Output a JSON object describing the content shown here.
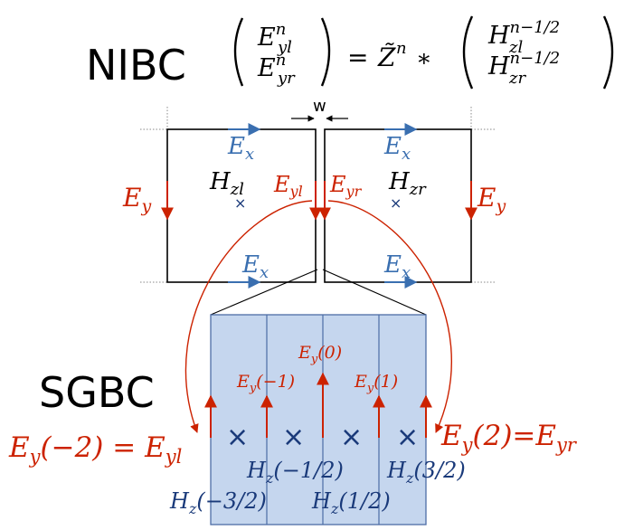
{
  "colors": {
    "red": "#cc2200",
    "blue": "#3a6fb0",
    "navy": "#1a3a7a",
    "panel_fill": "#c5d6ee",
    "panel_stroke": "#4d6da6",
    "black": "#000000",
    "gray": "#888888"
  },
  "nibc": {
    "title": "NIBC",
    "lhs_top": "E",
    "lhs_top_sup": "n",
    "lhs_top_sub": "yl",
    "lhs_bot": "E",
    "lhs_bot_sup": "n",
    "lhs_bot_sub": "yr",
    "equals": "=",
    "z_symbol": "Z̃",
    "z_sup": "n",
    "star": "∗",
    "rhs_top": "H",
    "rhs_top_sup": "n−1/2",
    "rhs_top_sub": "zl",
    "rhs_bot": "H",
    "rhs_bot_sup": "n−1/2",
    "rhs_bot_sub": "zr"
  },
  "top_diagram": {
    "gap_label": "w",
    "ex_base": "E",
    "ex_sub": "x",
    "ey_base": "E",
    "ey_sub": "y",
    "ey_left_sub": "yl",
    "ey_right_sub": "yr",
    "hzl_base": "H",
    "hzl_sub": "zl",
    "hzr_base": "H",
    "hzr_sub": "zr",
    "cross": "×"
  },
  "sgbc": {
    "title": "SGBC",
    "ey_m2_a": "E",
    "ey_m2_sub": "y",
    "ey_m2_b": "(−2) = E",
    "ey_m2_sub2": "yl",
    "ey_2_a": "E",
    "ey_2_sub": "y",
    "ey_2_b": "(2)=E",
    "ey_2_sub2": "yr",
    "ey_m1_base": "E",
    "ey_m1_sub": "y",
    "ey_m1_arg": "(−1)",
    "ey_0_base": "E",
    "ey_0_sub": "y",
    "ey_0_arg": "(0)",
    "ey_1_base": "E",
    "ey_1_sub": "y",
    "ey_1_arg": "(1)",
    "hz_m32_base": "H",
    "hz_m32_sub": "z",
    "hz_m32_arg": "(−3/2)",
    "hz_m12_base": "H",
    "hz_m12_sub": "z",
    "hz_m12_arg": "(−1/2)",
    "hz_12_base": "H",
    "hz_12_sub": "z",
    "hz_12_arg": "(1/2)",
    "hz_32_base": "H",
    "hz_32_sub": "z",
    "hz_32_arg": "(3/2)",
    "cross": "×"
  }
}
